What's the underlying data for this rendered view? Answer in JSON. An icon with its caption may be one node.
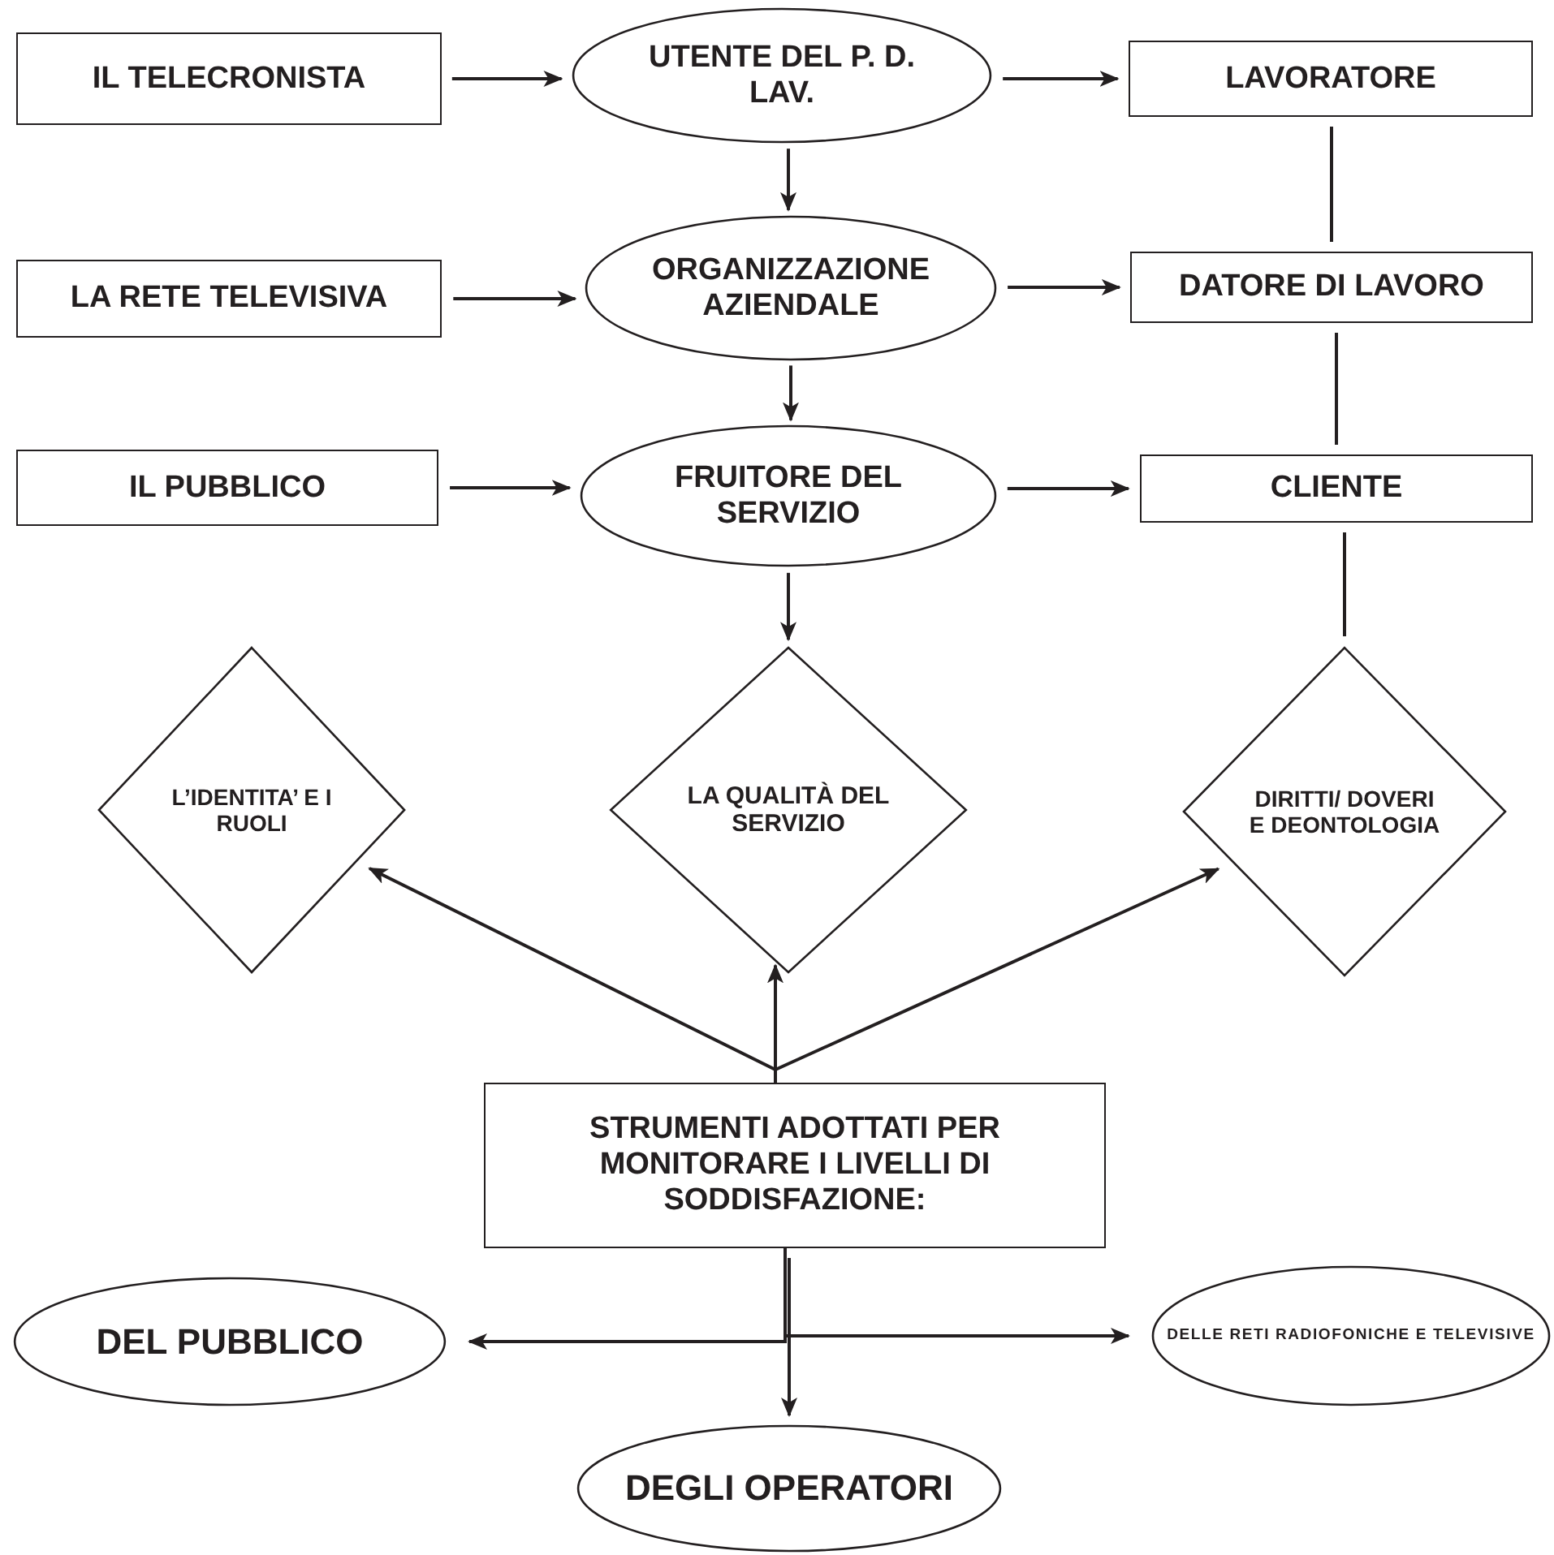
{
  "diagram": {
    "nodes": [
      {
        "text": [
          "IL TELECRONISTA"
        ]
      },
      {
        "text": [
          "UTENTE DEL P. D. LAV."
        ]
      },
      {
        "text": [
          "LAVORATORE"
        ]
      },
      {
        "text": [
          "LA RETE TELEVISIVA"
        ]
      },
      {
        "text": [
          "ORGANIZZAZIONE AZIENDALE"
        ]
      },
      {
        "text": [
          "DATORE DI LAVORO"
        ]
      },
      {
        "text": [
          "IL PUBBLICO"
        ]
      },
      {
        "text": [
          "FRUITORE DEL SERVIZIO"
        ]
      },
      {
        "text": [
          "CLIENTE"
        ]
      },
      {
        "text": [
          "L’IDENTITA’ E I RUOLI"
        ]
      },
      {
        "text": [
          "LA QUALITÀ DEL SERVIZIO"
        ]
      },
      {
        "text": [
          "DIRITTI/ DOVERI E DEONTOLOGIA"
        ]
      },
      {
        "text": [
          "STRUMENTI ADOTTATI PER MONITORARE I LIVELLI DI SODDISFAZIONE:"
        ]
      },
      {
        "text": [
          "DEL PUBBLICO"
        ]
      },
      {
        "text": [
          "DELLE RETI RADIOFONICHE E TELEVISIVE"
        ]
      },
      {
        "text": [
          "DEGLI OPERATORI"
        ]
      }
    ],
    "edges": [
      {
        "from": 0,
        "to": 1,
        "arrow": "to"
      },
      {
        "from": 1,
        "to": 2,
        "arrow": "to"
      },
      {
        "from": 1,
        "to": 4,
        "arrow": "to"
      },
      {
        "from": 3,
        "to": 4,
        "arrow": "to"
      },
      {
        "from": 4,
        "to": 5,
        "arrow": "to"
      },
      {
        "from": 4,
        "to": 7,
        "arrow": "to"
      },
      {
        "from": 6,
        "to": 7,
        "arrow": "to"
      },
      {
        "from": 7,
        "to": 8,
        "arrow": "to"
      },
      {
        "from": 7,
        "to": 10,
        "arrow": "to"
      },
      {
        "from": 2,
        "to": 5,
        "arrow": "none"
      },
      {
        "from": 5,
        "to": 8,
        "arrow": "none"
      },
      {
        "from": 8,
        "to": 11,
        "arrow": "none"
      },
      {
        "from": 12,
        "to": 9,
        "arrow": "to"
      },
      {
        "from": 12,
        "to": 10,
        "arrow": "to"
      },
      {
        "from": 12,
        "to": 11,
        "arrow": "to"
      },
      {
        "from": 12,
        "to": 13,
        "arrow": "to"
      },
      {
        "from": 12,
        "to": 14,
        "arrow": "to"
      },
      {
        "from": 12,
        "to": 15,
        "arrow": "to"
      }
    ]
  }
}
